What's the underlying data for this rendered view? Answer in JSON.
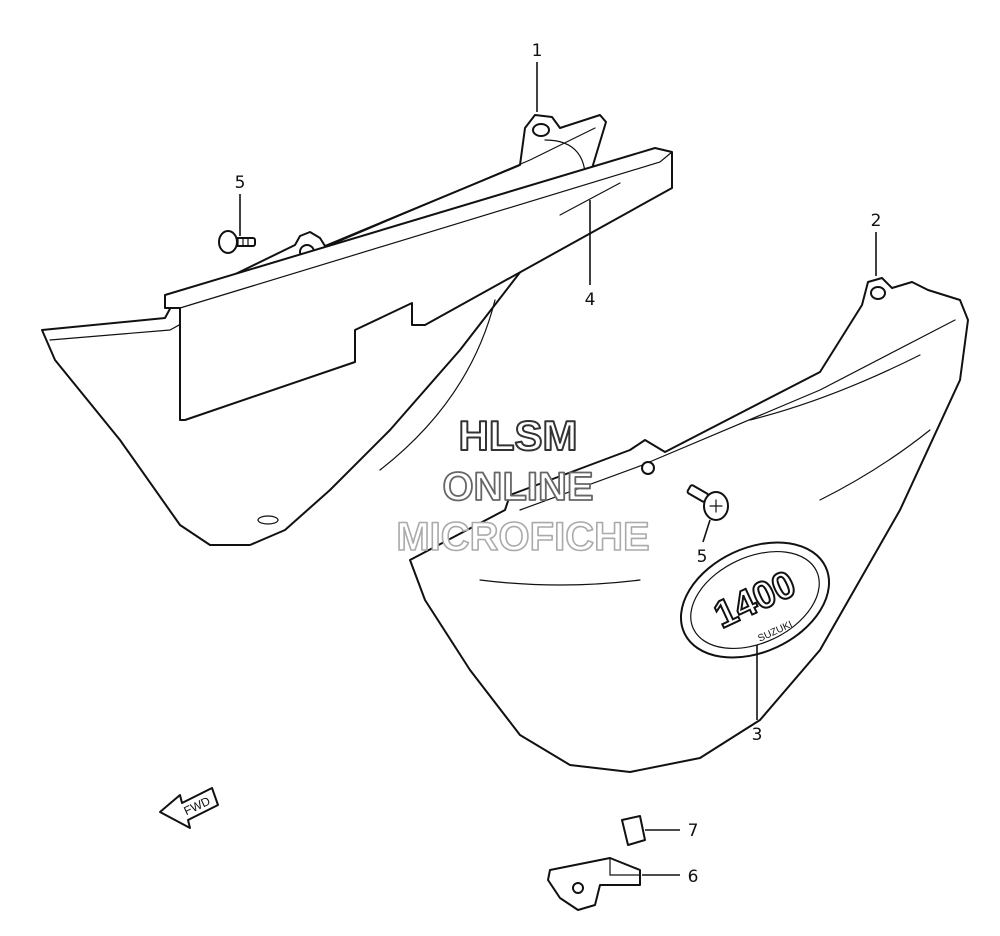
{
  "callouts": {
    "c1": "1",
    "c2": "2",
    "c3": "3",
    "c4": "4",
    "c5a": "5",
    "c5b": "5",
    "c6": "6",
    "c7": "7"
  },
  "watermark": {
    "line1": "HLSM",
    "line2": "ONLINE",
    "line3": "MICROFICHE"
  },
  "fwd_label": "FWD",
  "emblem_text": "1400",
  "emblem_subtext": "SUZUKI"
}
